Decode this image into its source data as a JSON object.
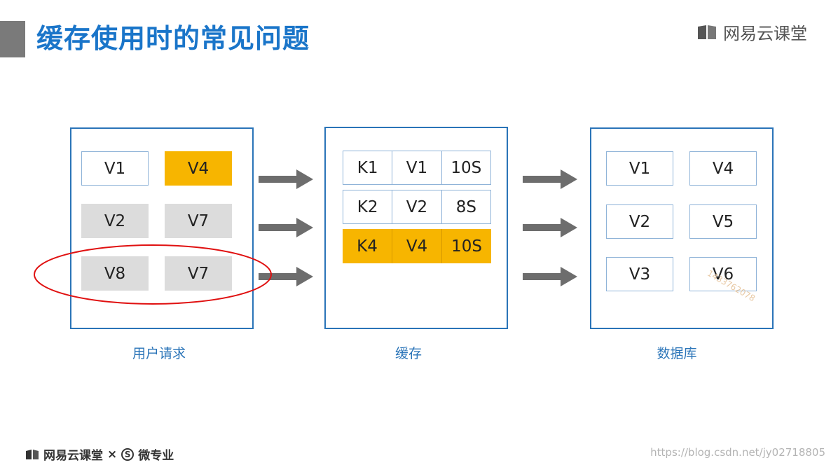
{
  "slide": {
    "title": "缓存使用时的常见问题",
    "brand": "网易云课堂"
  },
  "user_panel": {
    "label": "用户请求",
    "cells": [
      {
        "text": "V1",
        "style": "white"
      },
      {
        "text": "V4",
        "style": "orange"
      },
      {
        "text": "V2",
        "style": "gray"
      },
      {
        "text": "V7",
        "style": "gray"
      },
      {
        "text": "V8",
        "style": "gray"
      },
      {
        "text": "V7",
        "style": "gray"
      }
    ]
  },
  "cache_panel": {
    "label": "缓存",
    "rows": [
      {
        "key": "K1",
        "value": "V1",
        "ttl": "10S",
        "style": "white"
      },
      {
        "key": "K2",
        "value": "V2",
        "ttl": "8S",
        "style": "white"
      },
      {
        "key": "K4",
        "value": "V4",
        "ttl": "10S",
        "style": "orange"
      }
    ]
  },
  "db_panel": {
    "label": "数据库",
    "cells": [
      {
        "text": "V1"
      },
      {
        "text": "V4"
      },
      {
        "text": "V2"
      },
      {
        "text": "V5"
      },
      {
        "text": "V3"
      },
      {
        "text": "V6"
      }
    ]
  },
  "footer": {
    "brand": "网易云课堂",
    "separator": "×",
    "partner_icon": "S",
    "partner": "微专业"
  },
  "watermarks": {
    "url": "https://blog.csdn.net/jy02718805",
    "number": "1433762078"
  },
  "colors": {
    "title": "#1a75c9",
    "panel_border": "#2a74b8",
    "highlight": "#f7b500",
    "gray_cell": "#dcdcdc",
    "arrow": "#6d6d6d",
    "annotation_ellipse": "#e01010"
  },
  "icons": [
    "book-icon",
    "arrow-right-icon",
    "s-circle-icon"
  ]
}
